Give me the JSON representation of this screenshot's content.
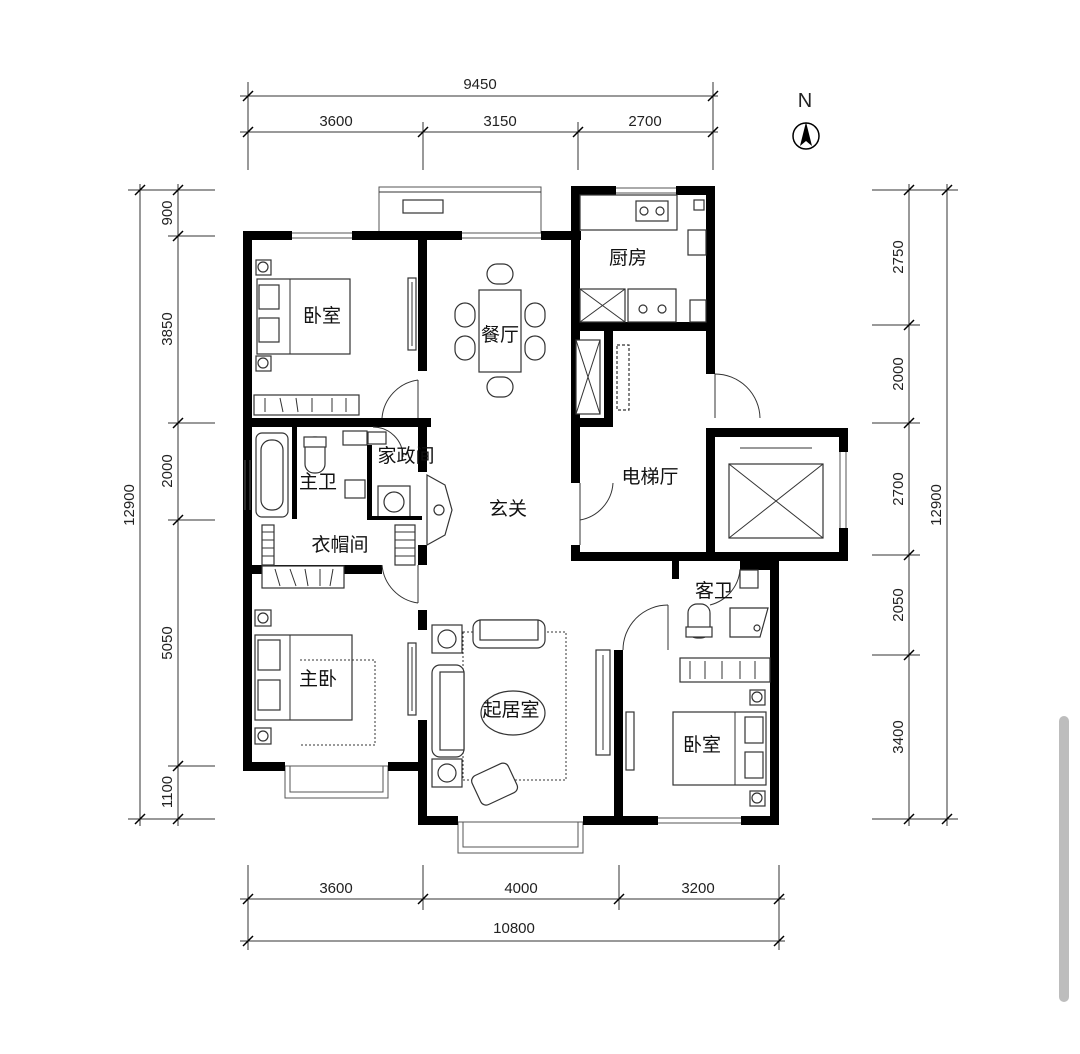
{
  "compass": {
    "label": "N"
  },
  "dimensions": {
    "top_total": "9450",
    "top_segments": [
      "3600",
      "3150",
      "2700"
    ],
    "bottom_segments": [
      "3600",
      "4000",
      "3200"
    ],
    "bottom_total": "10800",
    "left_total": "12900",
    "left_segments": [
      "900",
      "3850",
      "2000",
      "5050",
      "1100"
    ],
    "right_total": "12900",
    "right_segments": [
      "2750",
      "2000",
      "2700",
      "2050",
      "3400"
    ]
  },
  "rooms": {
    "bedroom_nw": "卧室",
    "dining": "餐厅",
    "kitchen": "厨房",
    "master_bath": "主卫",
    "utility": "家政间",
    "foyer": "玄关",
    "elevator_hall": "电梯厅",
    "closet": "衣帽间",
    "guest_bath": "客卫",
    "master_bedroom": "主卧",
    "living_room": "起居室",
    "bedroom_se": "卧室"
  }
}
